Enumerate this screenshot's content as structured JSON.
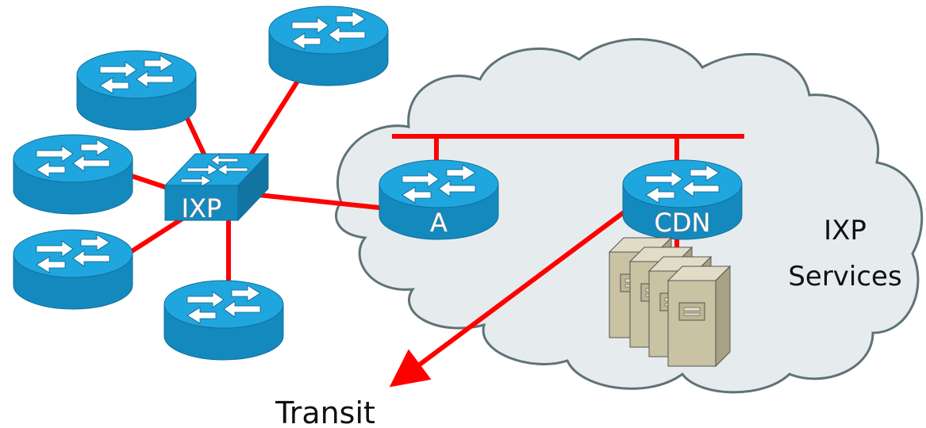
{
  "diagram": {
    "labels": {
      "ixp_switch": "IXP",
      "router_a": "A",
      "cdn_router": "CDN",
      "cloud_line1": "IXP",
      "cloud_line2": "Services",
      "transit": "Transit"
    },
    "colors": {
      "link": "#ff0000",
      "cloud_fill": "#e6ecee",
      "cloud_stroke": "#5f7377",
      "router_top": "#1fa6df",
      "router_side": "#1489be",
      "server_fill": "#c9c2a3"
    },
    "nodes": [
      {
        "id": "router-top-center",
        "kind": "router-icon"
      },
      {
        "id": "router-top-left",
        "kind": "router-icon"
      },
      {
        "id": "router-left-mid",
        "kind": "router-icon"
      },
      {
        "id": "router-left-low",
        "kind": "router-icon"
      },
      {
        "id": "router-bottom",
        "kind": "router-icon"
      },
      {
        "id": "ixp-switch",
        "kind": "switch-icon"
      },
      {
        "id": "router-a",
        "kind": "router-icon"
      },
      {
        "id": "router-cdn",
        "kind": "router-icon"
      },
      {
        "id": "cdn-servers",
        "kind": "server-icon"
      }
    ]
  }
}
